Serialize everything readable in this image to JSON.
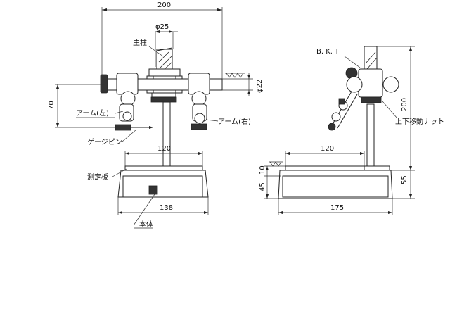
{
  "dimensions": {
    "overall_width": "200",
    "column_dia": "φ25",
    "arm_dia": "φ22",
    "arm_height": "70",
    "plate_width": "120",
    "base_width": "138",
    "side_plate_width": "120",
    "side_height": "200",
    "plate_thickness": "10",
    "base_height": "45",
    "side_total_height": "55",
    "side_base_width": "175"
  },
  "labels": {
    "column": "主柱",
    "arm_left": "アーム(左)",
    "arm_right": "アーム(右)",
    "gauge_pin": "ゲージピン",
    "measuring_plate": "測定板",
    "body": "本体",
    "bkt": "B. K. T",
    "up_down_nut": "上下移動ナット"
  }
}
